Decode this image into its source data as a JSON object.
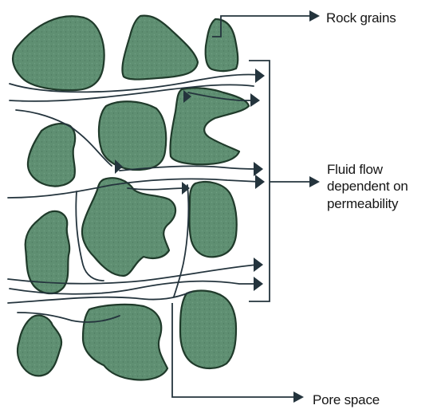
{
  "labels": {
    "rock_grains": "Rock grains",
    "fluid_flow": "Fluid flow dependent on permeability",
    "pore_space": "Pore space"
  },
  "colors": {
    "grain_fill": "#5f8f72",
    "grain_outline": "#1f3a2a",
    "line": "#24343d",
    "background": "#ffffff"
  }
}
